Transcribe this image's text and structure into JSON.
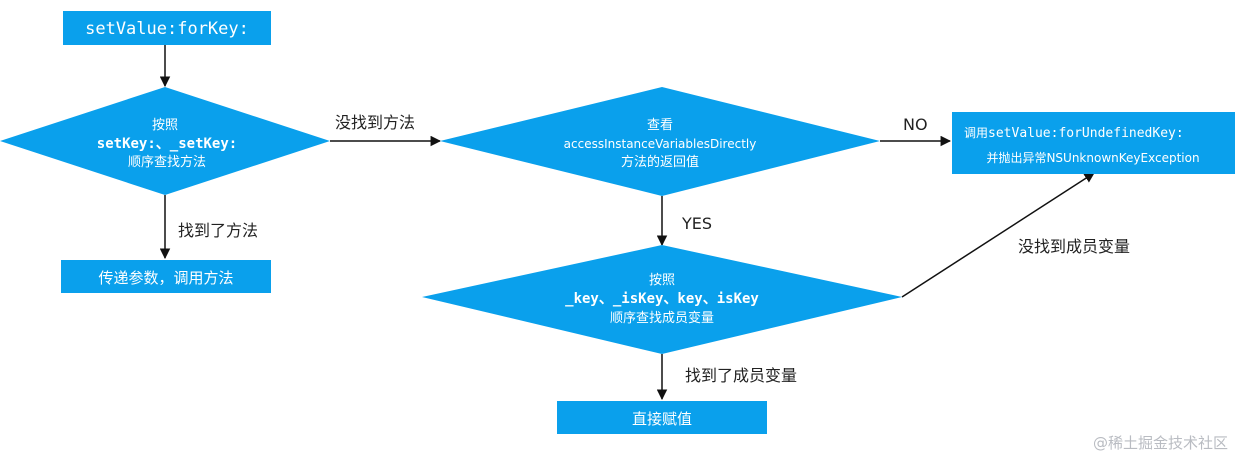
{
  "colors": {
    "node_fill": "#0aa0ec",
    "node_text": "#ffffff",
    "edge": "#111111",
    "label_text": "#222222",
    "watermark": "#b9bcc2"
  },
  "nodes": {
    "start": {
      "label": "setValue:forKey:"
    },
    "check_setter": {
      "line1": "按照",
      "line2": "setKey:、_setKey:",
      "line3": "顺序查找方法"
    },
    "call_method": {
      "label": "传递参数，调用方法"
    },
    "check_access": {
      "line1": "查看",
      "line2": "accessInstanceVariablesDirectly",
      "line3": "方法的返回值"
    },
    "undefined_key": {
      "line1_prefix": "调用",
      "line1_code": "setValue:forUndefinedKey:",
      "line2": "并抛出异常NSUnknownKeyException"
    },
    "check_ivars": {
      "line1": "按照",
      "line2": "_key、_isKey、key、isKey",
      "line3": "顺序查找成员变量"
    },
    "assign_value": {
      "label": "直接赋值"
    }
  },
  "edges": {
    "found_method": "找到了方法",
    "method_not_found": "没找到方法",
    "no": "NO",
    "yes": "YES",
    "found_ivar": "找到了成员变量",
    "ivar_not_found": "没找到成员变量"
  },
  "watermark": "@稀土掘金技术社区"
}
